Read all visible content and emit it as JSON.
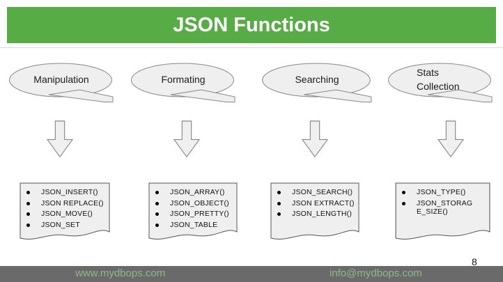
{
  "slide": {
    "title": "JSON Functions",
    "page_number": "8"
  },
  "columns": [
    {
      "label": "Manipulation",
      "items": [
        "JSON_INSERT()",
        "JSON REPLACE()",
        "JSON_MOVE()",
        "JSON_SET"
      ]
    },
    {
      "label": "Formating",
      "items": [
        "JSON_ARRAY()",
        "JSON_OBJECT()",
        "JSON_PRETTY()",
        "JSON_TABLE"
      ]
    },
    {
      "label": "Searching",
      "items": [
        "JSON_SEARCH()",
        "JSON EXTRACT()",
        "JSON_LENGTH()"
      ]
    },
    {
      "label": "Stats Collection",
      "items": [
        "JSON_TYPE()",
        "JSON_STORAG\nE_SIZE()"
      ]
    }
  ],
  "footer": {
    "website": "www.mydbops.com",
    "email": "info@mydbops.com"
  },
  "colors": {
    "header_green": "#58ac45",
    "footer_gray": "#6a6a6a",
    "footer_link_green": "#8cba8a",
    "shape_fill": "#efefef",
    "shape_border": "#888888",
    "title_text": "#ffffff"
  }
}
